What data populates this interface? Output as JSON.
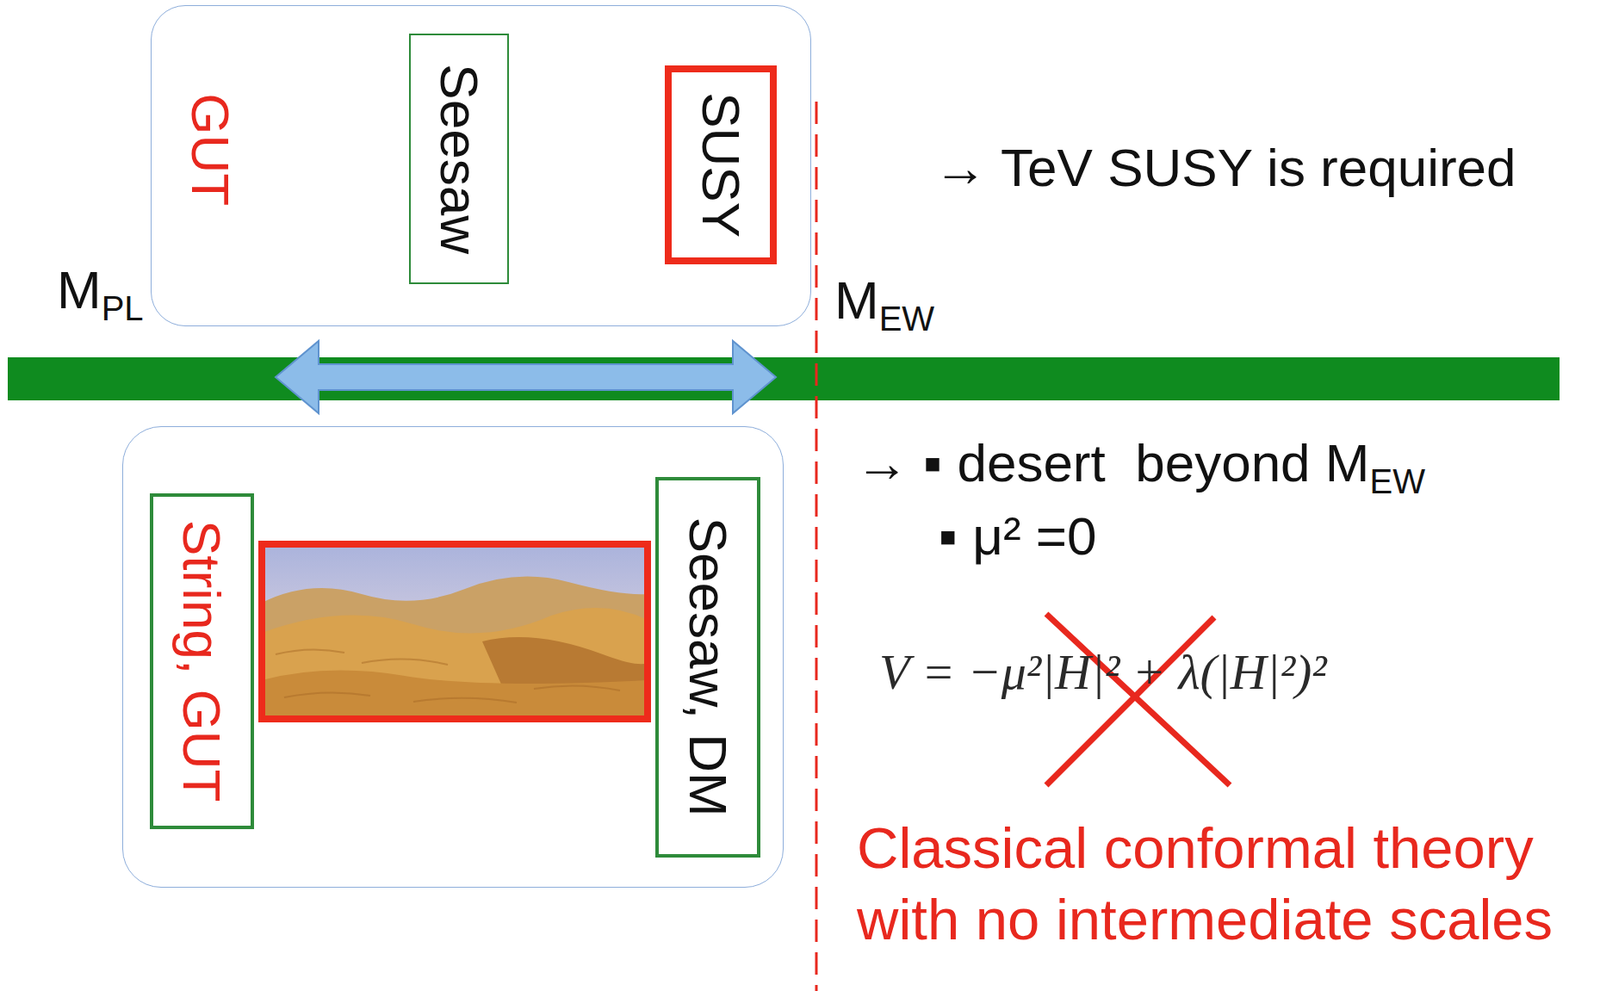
{
  "diagram": {
    "nodes": [
      {
        "text": [
          "GUT"
        ]
      },
      {
        "text": [
          "Seesaw"
        ],
        "in": 0
      },
      {
        "text": [
          "SUSY"
        ],
        "in": 0
      },
      {
        "text": []
      },
      {
        "text": [
          "String, GUT"
        ],
        "in": 3
      },
      {
        "text": [
          "Seesaw, DM"
        ],
        "in": 3
      }
    ],
    "labels": [
      "M",
      "PL",
      "M",
      "EW",
      "→ TeV SUSY is required",
      "→ ▪ desert  beyond M",
      "EW",
      "▪ μ² =0",
      "V = −μ²|H|² + λ(|H|²)²",
      "Classical conformal theory with no intermediate scales"
    ]
  }
}
